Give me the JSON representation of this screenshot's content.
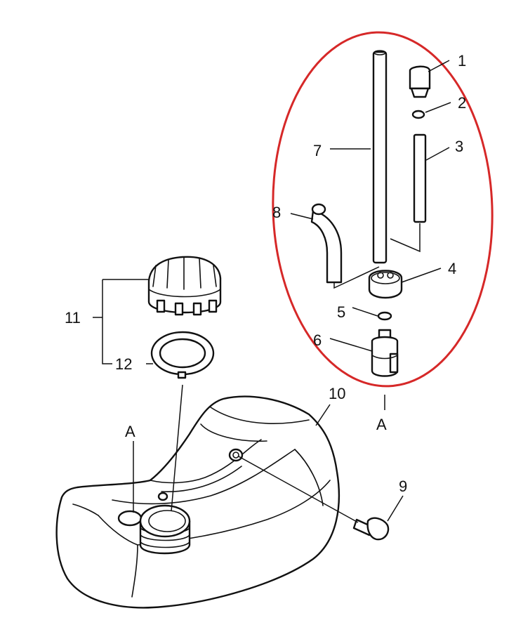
{
  "callouts": {
    "p1": "1",
    "p2": "2",
    "p3": "3",
    "p4": "4",
    "p5": "5",
    "p6": "6",
    "p7": "7",
    "p8": "8",
    "p9": "9",
    "p10": "10",
    "p11": "11",
    "p12": "12",
    "ref_left": "A",
    "ref_right": "A"
  },
  "colors": {
    "highlight": "#d62828",
    "line": "#111111",
    "background": "#ffffff"
  }
}
